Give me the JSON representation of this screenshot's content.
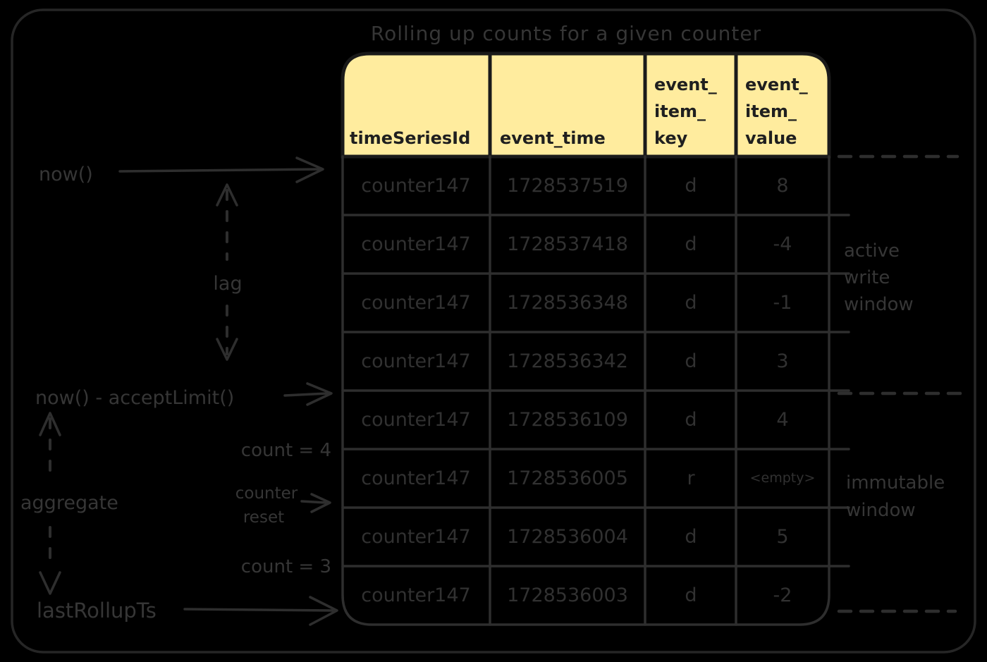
{
  "title": "Rolling up counts for a given counter",
  "colors": {
    "background": "#000000",
    "frame_stroke": "#262626",
    "sketch_stroke": "#2e2e2e",
    "label_text": "#363636",
    "header_fill": "#ffec9e",
    "header_stroke": "#1a1a1a",
    "header_text": "#1f1f1f",
    "cell_text": "#313131"
  },
  "chart_data": {
    "type": "table",
    "title": "Rolling up counts for a given counter",
    "columns": [
      "timeSeriesId",
      "event_time",
      "event_item_key",
      "event_item_value"
    ],
    "rows": [
      [
        "counter147",
        "1728537519",
        "d",
        "8"
      ],
      [
        "counter147",
        "1728537418",
        "d",
        "-4"
      ],
      [
        "counter147",
        "1728536348",
        "d",
        "-1"
      ],
      [
        "counter147",
        "1728536342",
        "d",
        "3"
      ],
      [
        "counter147",
        "1728536109",
        "d",
        "4"
      ],
      [
        "counter147",
        "1728536005",
        "r",
        "<empty>"
      ],
      [
        "counter147",
        "1728536004",
        "d",
        "5"
      ],
      [
        "counter147",
        "1728536003",
        "d",
        "-2"
      ]
    ]
  },
  "table": {
    "columns": [
      {
        "name": "timeSeriesId",
        "lines": [
          "timeSeriesId"
        ]
      },
      {
        "name": "event_time",
        "lines": [
          "event_time"
        ]
      },
      {
        "name": "event_item_key",
        "lines": [
          "event_",
          "item_",
          "key"
        ]
      },
      {
        "name": "event_item_value",
        "lines": [
          "event_",
          "item_",
          "value"
        ]
      }
    ],
    "rows": [
      [
        "counter147",
        "1728537519",
        "d",
        "8"
      ],
      [
        "counter147",
        "1728537418",
        "d",
        "-4"
      ],
      [
        "counter147",
        "1728536348",
        "d",
        "-1"
      ],
      [
        "counter147",
        "1728536342",
        "d",
        "3"
      ],
      [
        "counter147",
        "1728536109",
        "d",
        "4"
      ],
      [
        "counter147",
        "1728536005",
        "r",
        "<empty>"
      ],
      [
        "counter147",
        "1728536004",
        "d",
        "5"
      ],
      [
        "counter147",
        "1728536003",
        "d",
        "-2"
      ]
    ]
  },
  "annotations": {
    "now_label": "now()",
    "lag_label": "lag",
    "accept_limit_label": "now() - acceptLimit()",
    "aggregate_label": "aggregate",
    "last_rollup_label": "lastRollupTs",
    "count_upper": "count = 4",
    "counter_reset": [
      "counter",
      "reset"
    ],
    "count_lower": "count = 3",
    "active_write_window": [
      "active",
      "write",
      "window"
    ],
    "immutable_window": [
      "immutable",
      "window"
    ]
  }
}
